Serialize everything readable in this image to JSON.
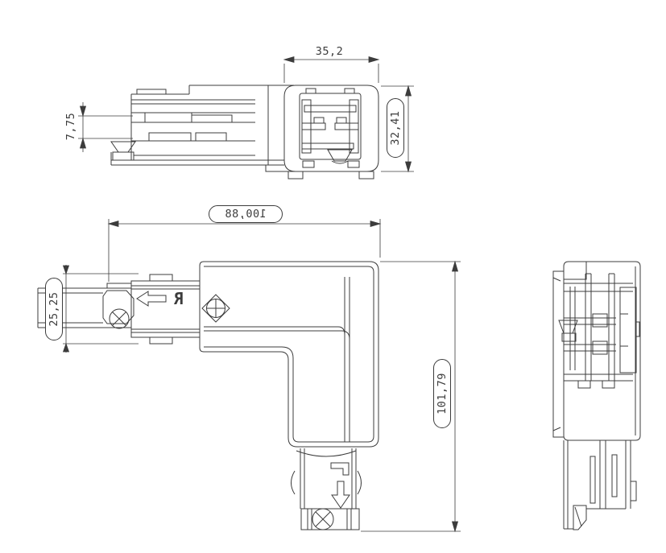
{
  "drawing": {
    "background_color": "#ffffff",
    "line_color": "#3c3c3c",
    "dimensions": {
      "head_width": "35,2",
      "head_height": "32,41",
      "track_depth": "7,75",
      "overall_width": "100,88",
      "arm_width": "25,25",
      "overall_height": "101,79"
    },
    "markings": {
      "right_label": "R"
    }
  }
}
